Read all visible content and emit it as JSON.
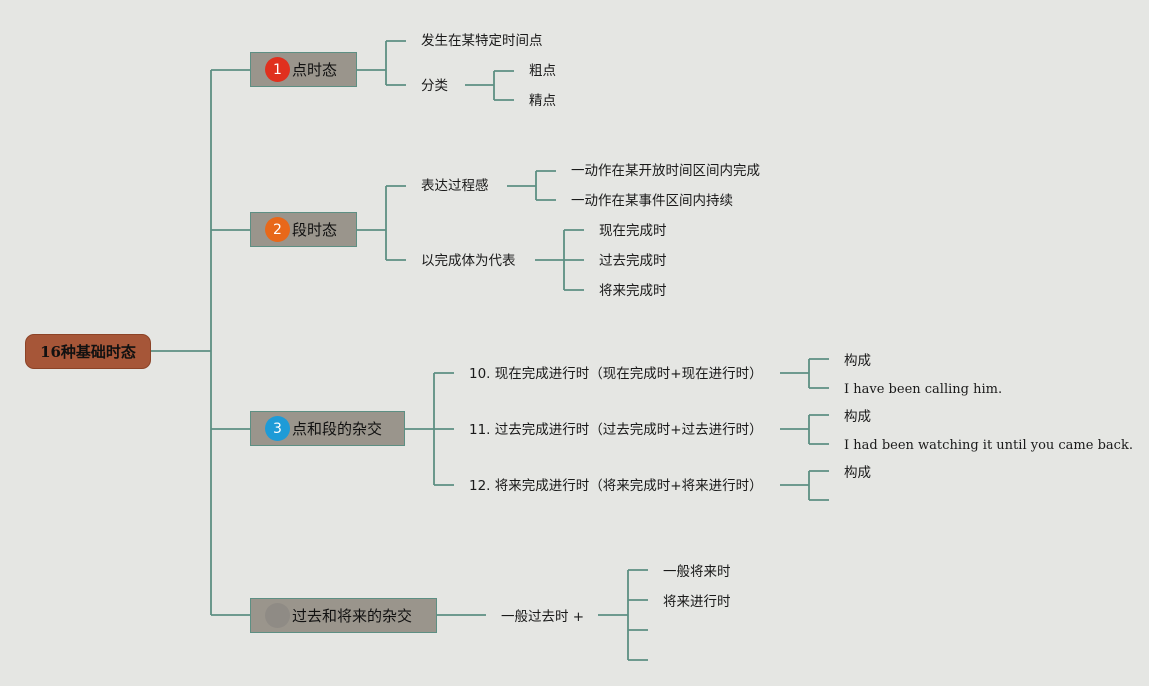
{
  "root": {
    "label": "16种基础时态"
  },
  "branches": [
    {
      "number": "1",
      "label": "点时态",
      "badge_color": "#e0301e",
      "children": [
        {
          "label": "发生在某特定时间点"
        },
        {
          "label": "分类",
          "children": [
            {
              "label": "粗点"
            },
            {
              "label": "精点"
            }
          ]
        }
      ]
    },
    {
      "number": "2",
      "label": "段时态",
      "badge_color": "#e8681a",
      "children": [
        {
          "label": "表达过程感",
          "children": [
            {
              "label": "一动作在某开放时间区间内完成"
            },
            {
              "label": "一动作在某事件区间内持续"
            }
          ]
        },
        {
          "label": "以完成体为代表",
          "children": [
            {
              "label": "现在完成时"
            },
            {
              "label": "过去完成时"
            },
            {
              "label": "将来完成时"
            }
          ]
        }
      ]
    },
    {
      "number": "3",
      "label": "点和段的杂交",
      "badge_color": "#1e9bd7",
      "children": [
        {
          "label": "10. 现在完成进行时（现在完成时+现在进行时）",
          "children": [
            {
              "label": "构成"
            },
            {
              "label": "I have been calling him."
            }
          ]
        },
        {
          "label": "11. 过去完成进行时（过去完成时+过去进行时）",
          "children": [
            {
              "label": "构成"
            },
            {
              "label": "I had been watching it until you came back."
            }
          ]
        },
        {
          "label": "12. 将来完成进行时（将来完成时+将来进行时）",
          "children": [
            {
              "label": "构成"
            },
            {
              "label": ""
            }
          ]
        }
      ]
    },
    {
      "number": "",
      "label": "过去和将来的杂交",
      "badge_color": "#8f8b85",
      "children": [
        {
          "label": "一般过去时 +",
          "children": [
            {
              "label": "一般将来时"
            },
            {
              "label": "将来进行时"
            },
            {
              "label": ""
            },
            {
              "label": ""
            }
          ]
        }
      ]
    }
  ]
}
